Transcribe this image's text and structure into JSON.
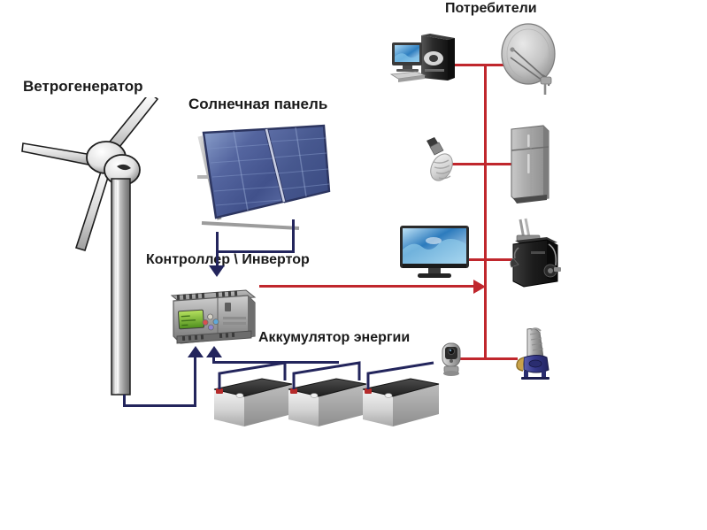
{
  "diagram": {
    "title": "Autonomous hybrid power supply system",
    "background": "#ffffff",
    "colors": {
      "wire_dc": "#23255c",
      "wire_ac": "#c0272d",
      "label_text": "#1a1a1a",
      "panel_blue": "#4a5a96",
      "metal_gray": "#9a9a9a",
      "battery_dark": "#2b2b2b"
    }
  },
  "labels": {
    "wind_generator": "Ветрогенератор",
    "solar_panel": "Солнечная панель",
    "controller_inverter": "Контроллер \\ Инвертор",
    "battery_storage": "Аккумулятор энергии",
    "consumers": "Потребители"
  },
  "sources": [
    {
      "id": "wind-turbine",
      "name": "Ветрогенератор",
      "blades": 3
    },
    {
      "id": "solar-panel",
      "name": "Солнечная панель",
      "modules": 2
    }
  ],
  "equipment": [
    {
      "id": "controller-inverter",
      "name": "Контроллер \\ Инвертор",
      "display": "lcd"
    },
    {
      "id": "battery-bank",
      "name": "Аккумулятор энергии",
      "count": 3
    }
  ],
  "consumers": [
    {
      "id": "desktop-computer",
      "name": "Компьютер",
      "side": "left",
      "row": 1
    },
    {
      "id": "satellite-dish",
      "name": "Спутниковая антенна",
      "side": "right",
      "row": 1
    },
    {
      "id": "light-bulb",
      "name": "Лампа",
      "side": "left",
      "row": 2
    },
    {
      "id": "refrigerator",
      "name": "Холодильник",
      "side": "right",
      "row": 2
    },
    {
      "id": "television",
      "name": "Телевизор",
      "side": "left",
      "row": 3
    },
    {
      "id": "boiler",
      "name": "Котёл",
      "side": "right",
      "row": 3
    },
    {
      "id": "security-camera",
      "name": "Камера видеонаблюдения",
      "side": "left",
      "row": 4
    },
    {
      "id": "water-pump",
      "name": "Насос",
      "side": "right",
      "row": 4
    }
  ],
  "connections": [
    {
      "from": "solar-panel",
      "to": "controller-inverter",
      "type": "dc",
      "arrow": "down"
    },
    {
      "from": "wind-turbine",
      "to": "controller-inverter",
      "type": "dc",
      "arrow": "up"
    },
    {
      "from": "battery-bank",
      "to": "controller-inverter",
      "type": "dc",
      "arrow": "up"
    },
    {
      "from": "controller-inverter",
      "to": "consumers",
      "type": "ac",
      "arrow": "right"
    }
  ]
}
